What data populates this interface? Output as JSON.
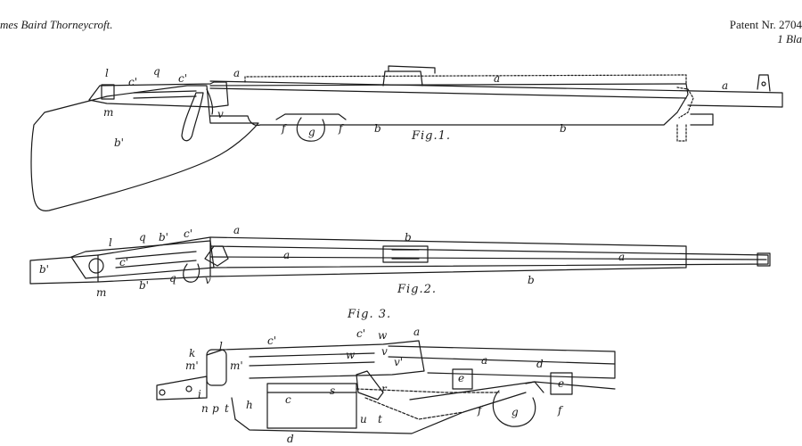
{
  "header": {
    "inventor": "mes Baird Thorneycroft.",
    "patent_number": "Patent Nr. 2704",
    "sheet": "1 Bla"
  },
  "figures": {
    "fig1": {
      "caption": "Fig.1.",
      "labels": {
        "l": "l",
        "c1a": "c'",
        "q": "q",
        "c1b": "c'",
        "a1": "a",
        "a2": "a",
        "a3": "a",
        "m": "m",
        "v": "v",
        "b1": "b'",
        "g": "g",
        "f1": "f",
        "f2": "f",
        "b2": "b",
        "b3": "b"
      }
    },
    "fig2": {
      "caption": "Fig.2.",
      "labels": {
        "l": "l",
        "q1": "q",
        "b1a": "b'",
        "c1a": "c'",
        "a1": "a",
        "b1": "b",
        "b1b": "b'",
        "c1b": "c'",
        "a2": "a",
        "a3": "a",
        "b1c": "b'",
        "m": "m",
        "q2": "q",
        "v": "v",
        "b2": "b"
      }
    },
    "fig3": {
      "caption": "Fig. 3.",
      "labels": {
        "k": "k",
        "l": "l",
        "c1a": "c'",
        "c1b": "c'",
        "w1": "w",
        "a1": "a",
        "m1a": "m'",
        "m1b": "m'",
        "w2": "w",
        "v1": "v",
        "v2": "v'",
        "a2": "a",
        "d1": "d",
        "i": "i",
        "s": "s",
        "c": "c",
        "r": "r",
        "e1": "e",
        "e2": "e",
        "n": "n",
        "p": "p",
        "t1": "t",
        "h": "h",
        "u": "u",
        "t2": "t",
        "f1": "f",
        "g": "g",
        "f2": "f",
        "d2": "d"
      }
    }
  }
}
